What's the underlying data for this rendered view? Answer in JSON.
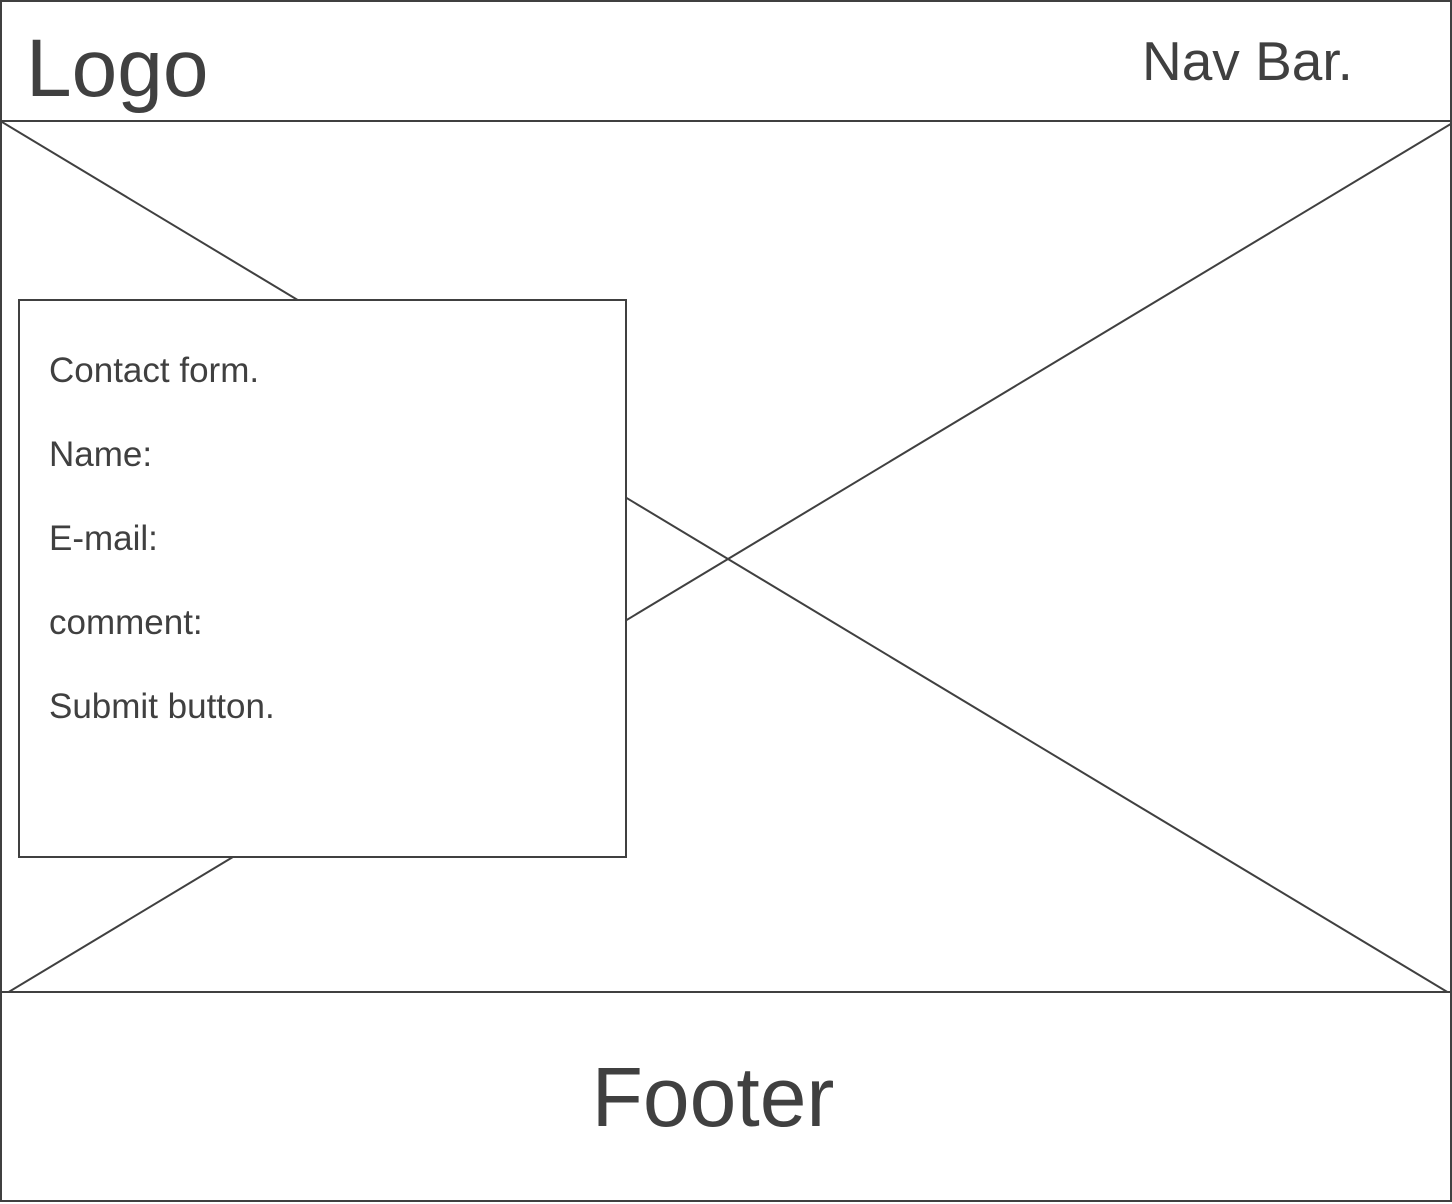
{
  "header": {
    "logo_text": "Logo",
    "nav_text": "Nav Bar."
  },
  "hero": {
    "placeholder_icon": "image-placeholder-cross"
  },
  "contact_form": {
    "title": "Contact form.",
    "name_label": "Name:",
    "email_label": "E-mail:",
    "comment_label": "comment:",
    "submit_label": "Submit button."
  },
  "footer": {
    "text": "Footer"
  },
  "colors": {
    "stroke": "#404040",
    "background": "#ffffff"
  }
}
